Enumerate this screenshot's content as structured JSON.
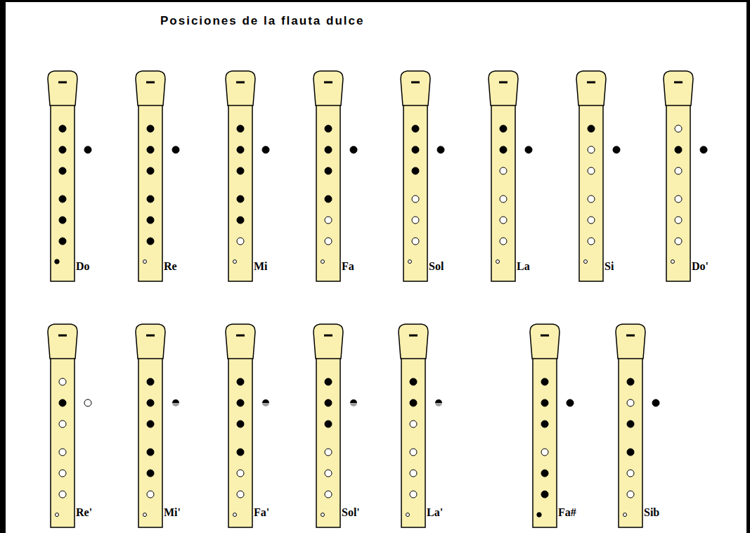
{
  "diagram": {
    "title": "Posiciones de la flauta dulce",
    "nodes": [
      {
        "text": [
          "Do"
        ]
      },
      {
        "text": [
          "Re"
        ]
      },
      {
        "text": [
          "Mi"
        ]
      },
      {
        "text": [
          "Fa"
        ]
      },
      {
        "text": [
          "Sol"
        ]
      },
      {
        "text": [
          "La"
        ]
      },
      {
        "text": [
          "Si"
        ]
      },
      {
        "text": [
          "Do'"
        ]
      },
      {
        "text": [
          "Re'"
        ]
      },
      {
        "text": [
          "Mi'"
        ]
      },
      {
        "text": [
          "Fa'"
        ]
      },
      {
        "text": [
          "Sol'"
        ]
      },
      {
        "text": [
          "La'"
        ]
      },
      {
        "text": [
          "Fa#"
        ]
      },
      {
        "text": [
          "Sib"
        ]
      }
    ]
  }
}
